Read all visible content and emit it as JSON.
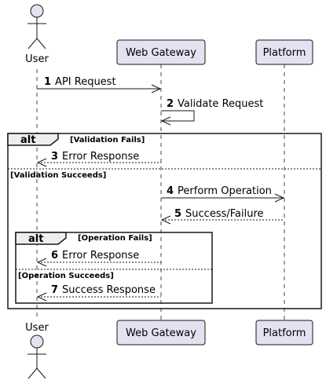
{
  "participants": [
    {
      "id": "user",
      "label": "User",
      "kind": "actor"
    },
    {
      "id": "gw",
      "label": "Web Gateway",
      "kind": "participant"
    },
    {
      "id": "plat",
      "label": "Platform",
      "kind": "participant"
    }
  ],
  "messages": [
    {
      "num": "1",
      "text": "API Request",
      "from": "user",
      "to": "gw",
      "style": "solid"
    },
    {
      "num": "2",
      "text": "Validate Request",
      "from": "gw",
      "to": "gw",
      "style": "solid"
    },
    {
      "num": "3",
      "text": "Error Response",
      "from": "gw",
      "to": "user",
      "style": "dashed"
    },
    {
      "num": "4",
      "text": "Perform Operation",
      "from": "gw",
      "to": "plat",
      "style": "solid"
    },
    {
      "num": "5",
      "text": "Success/Failure",
      "from": "plat",
      "to": "gw",
      "style": "dashed"
    },
    {
      "num": "6",
      "text": "Error Response",
      "from": "gw",
      "to": "user",
      "style": "dashed"
    },
    {
      "num": "7",
      "text": "Success Response",
      "from": "gw",
      "to": "user",
      "style": "dashed"
    }
  ],
  "fragments": [
    {
      "keyword": "alt",
      "guards": [
        "[Validation Fails]",
        "[Validation Succeeds]"
      ]
    },
    {
      "keyword": "alt",
      "guards": [
        "[Operation Fails]",
        "[Operation Succeeds]"
      ]
    }
  ],
  "colors": {
    "participant_fill": "#E2E2F0",
    "participant_border": "#181818",
    "fragment_header_fill": "#EEEEEE",
    "line": "#181818"
  }
}
